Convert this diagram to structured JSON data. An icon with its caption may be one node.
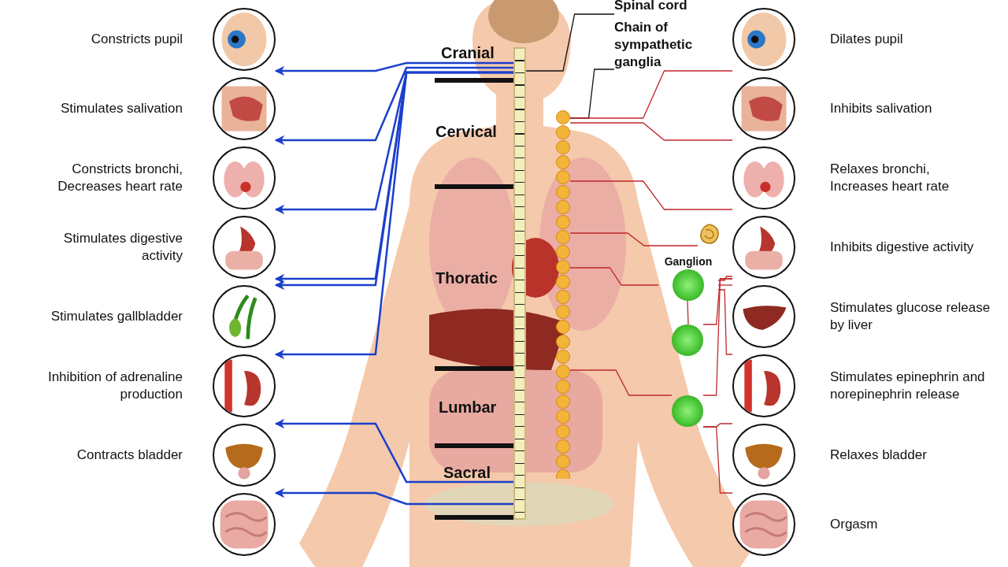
{
  "diagram": {
    "nodes": [
      {
        "text": [
          "Spinal cord"
        ]
      },
      {
        "text": [],
        "shape": "bar"
      },
      {
        "text": [
          "Chain of sympathetic ganglia"
        ]
      },
      {
        "text": [],
        "shape": "picture"
      },
      {
        "text": [
          "Constricts pupil"
        ]
      },
      {
        "text": [
          "Stimulates salivation"
        ]
      },
      {
        "text": [
          "Constricts bronchi, Decreases heart rate"
        ]
      },
      {
        "text": [
          "Stimulates digestive activity"
        ]
      },
      {
        "text": [
          "Stimulates gallbladder"
        ]
      },
      {
        "text": [
          "Inhibition of adrenaline production"
        ]
      },
      {
        "text": [
          "Contracts bladder"
        ]
      },
      {
        "text": [],
        "shape": "circle"
      },
      {
        "text": [
          "Dilates pupil"
        ]
      },
      {
        "text": [
          "Inhibits salivation"
        ]
      },
      {
        "text": [
          "Relaxes bronchi, Increases heart rate"
        ]
      },
      {
        "text": [],
        "shape": "picture"
      },
      {
        "text": [],
        "shape": "circle",
        "beside": [
          "Ganglion"
        ]
      },
      {
        "text": [],
        "shape": "circle"
      },
      {
        "text": [],
        "shape": "circle"
      },
      {
        "text": [
          "Inhibits digestive activity"
        ]
      },
      {
        "text": [
          "Stimulates glucose release by liver"
        ]
      },
      {
        "text": [
          "Stimulates epinephrin and norepinephrin release"
        ]
      },
      {
        "text": [
          "Relaxes bladder"
        ]
      },
      {
        "text": [
          "Orgasm"
        ]
      }
    ],
    "edges": [
      {
        "from": 0,
        "to": 1,
        "arrow": "none",
        "color": "#111111"
      },
      {
        "from": 2,
        "to": 3,
        "arrow": "none",
        "color": "#111111"
      },
      {
        "from": 1,
        "to": 4,
        "arrow": "to",
        "color": "#1a3fcc"
      },
      {
        "from": 1,
        "to": 5,
        "arrow": "to",
        "color": "#1a3fcc"
      },
      {
        "from": 1,
        "to": 6,
        "arrow": "to",
        "color": "#1a3fcc"
      },
      {
        "from": 1,
        "to": 7,
        "arrow": "to",
        "color": "#1a3fcc"
      },
      {
        "from": 1,
        "to": 8,
        "arrow": "to",
        "color": "#1a3fcc"
      },
      {
        "from": 1,
        "to": 9,
        "arrow": "to",
        "color": "#1a3fcc"
      },
      {
        "from": 1,
        "to": 10,
        "arrow": "to",
        "color": "#1a3fcc"
      },
      {
        "from": 1,
        "to": 11,
        "arrow": "to",
        "color": "#1a3fcc"
      },
      {
        "from": 3,
        "to": 12,
        "arrow": "none",
        "color": "#c0272d"
      },
      {
        "from": 3,
        "to": 13,
        "arrow": "none",
        "color": "#c0272d"
      },
      {
        "from": 3,
        "to": 14,
        "arrow": "none",
        "color": "#c0272d"
      },
      {
        "from": 3,
        "to": 15,
        "arrow": "none",
        "color": "#c0272d"
      },
      {
        "from": 3,
        "to": 16,
        "arrow": "none",
        "color": "#c0272d"
      },
      {
        "from": 3,
        "to": 18,
        "arrow": "none",
        "color": "#c0272d"
      },
      {
        "from": 16,
        "to": 17,
        "arrow": "none",
        "color": "#c0272d"
      },
      {
        "from": 16,
        "to": 19,
        "arrow": "none",
        "color": "#c0272d"
      },
      {
        "from": 16,
        "to": 20,
        "arrow": "none",
        "color": "#c0272d"
      },
      {
        "from": 16,
        "to": 21,
        "arrow": "none",
        "color": "#c0272d"
      },
      {
        "from": 17,
        "to": 19,
        "arrow": "none",
        "color": "#c0272d"
      },
      {
        "from": 18,
        "to": 19,
        "arrow": "none",
        "color": "#c0272d"
      },
      {
        "from": 18,
        "to": 22,
        "arrow": "none",
        "color": "#c0272d"
      },
      {
        "from": 18,
        "to": 23,
        "arrow": "none",
        "color": "#c0272d"
      }
    ],
    "labels": [
      "Cranial",
      "Cervical",
      "Thoratic",
      "Lumbar",
      "Sacral"
    ]
  }
}
